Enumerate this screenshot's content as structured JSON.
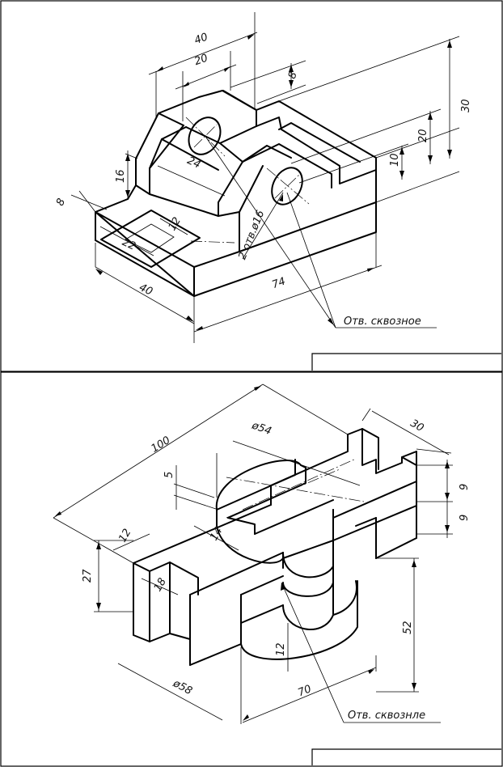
{
  "colors": {
    "line": "#000000",
    "background": "#ffffff"
  },
  "drawing1": {
    "dims": {
      "d40_top": "40",
      "d20_top": "20",
      "d8_right": "8",
      "d30": "30",
      "d20_right": "20",
      "d10": "10",
      "d16": "16",
      "d24": "24",
      "d8_left": "8",
      "d12": "12",
      "d22": "22",
      "d40_bottom": "40",
      "d74": "74",
      "holes": "2 отв.ø16"
    },
    "note": "Отв. сквозное"
  },
  "drawing2": {
    "dims": {
      "d100": "100",
      "d54": "ø54",
      "d30": "30",
      "d5": "5",
      "d9a": "9",
      "d9b": "9",
      "d12a": "12",
      "d27": "27",
      "d18": "18",
      "d14": "14",
      "d52": "52",
      "d12b": "12",
      "d58": "ø58",
      "d70": "70"
    },
    "note": "Отв. сквознле"
  }
}
